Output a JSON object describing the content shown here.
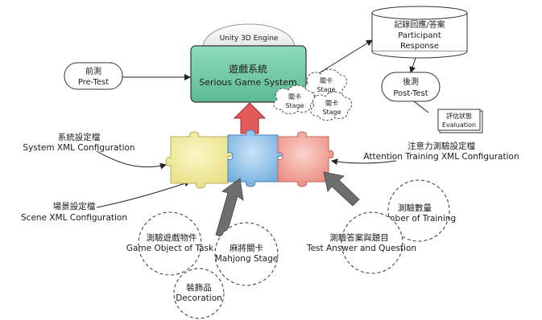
{
  "engine": {
    "label": "Unity 3D Engine"
  },
  "system": {
    "title": "遊戲系統",
    "subtitle": "Serious Game System"
  },
  "pretest": {
    "title": "前測",
    "subtitle": "Pre-Test"
  },
  "response": {
    "title": "記錄回應/答案",
    "line1": "Participant",
    "line2": "Response"
  },
  "posttest": {
    "title": "後測",
    "subtitle": "Post-Test"
  },
  "evaluation": {
    "title": "評估狀態",
    "subtitle": "Evaluation"
  },
  "stage_clouds": [
    {
      "title": "關卡",
      "subtitle": "Stage"
    },
    {
      "title": "關卡",
      "subtitle": "Stage"
    },
    {
      "title": "關卡",
      "subtitle": "Stage"
    }
  ],
  "system_config": {
    "title": "系統設定檔",
    "subtitle": "System XML Configuration"
  },
  "scene_config": {
    "title": "場景設定檔",
    "subtitle": "Scene XML Configuration"
  },
  "attention_config": {
    "title": "注意力測驗設定檔",
    "subtitle": "Attention Training XML Configuration"
  },
  "game_object": {
    "title": "測驗遊戲物件",
    "subtitle": "Game Object of Task"
  },
  "mahjong": {
    "title": "麻將關卡",
    "subtitle": "Mahjong Stage"
  },
  "decoration": {
    "title": "裝飾品",
    "subtitle": "Decoration"
  },
  "number_training": {
    "title": "測驗數量",
    "subtitle": "Number of Training"
  },
  "test_answer": {
    "title": "測驗答案與題目",
    "subtitle": "Test Answer and Question"
  },
  "colors": {
    "system_box": "#6fc9a8",
    "puzzle_yellow": "#f2eb9a",
    "puzzle_blue": "#8fc2ec",
    "puzzle_red": "#f3a298",
    "up_arrow": "#e45a5a",
    "gray_arrow": "#6e6e6e"
  }
}
